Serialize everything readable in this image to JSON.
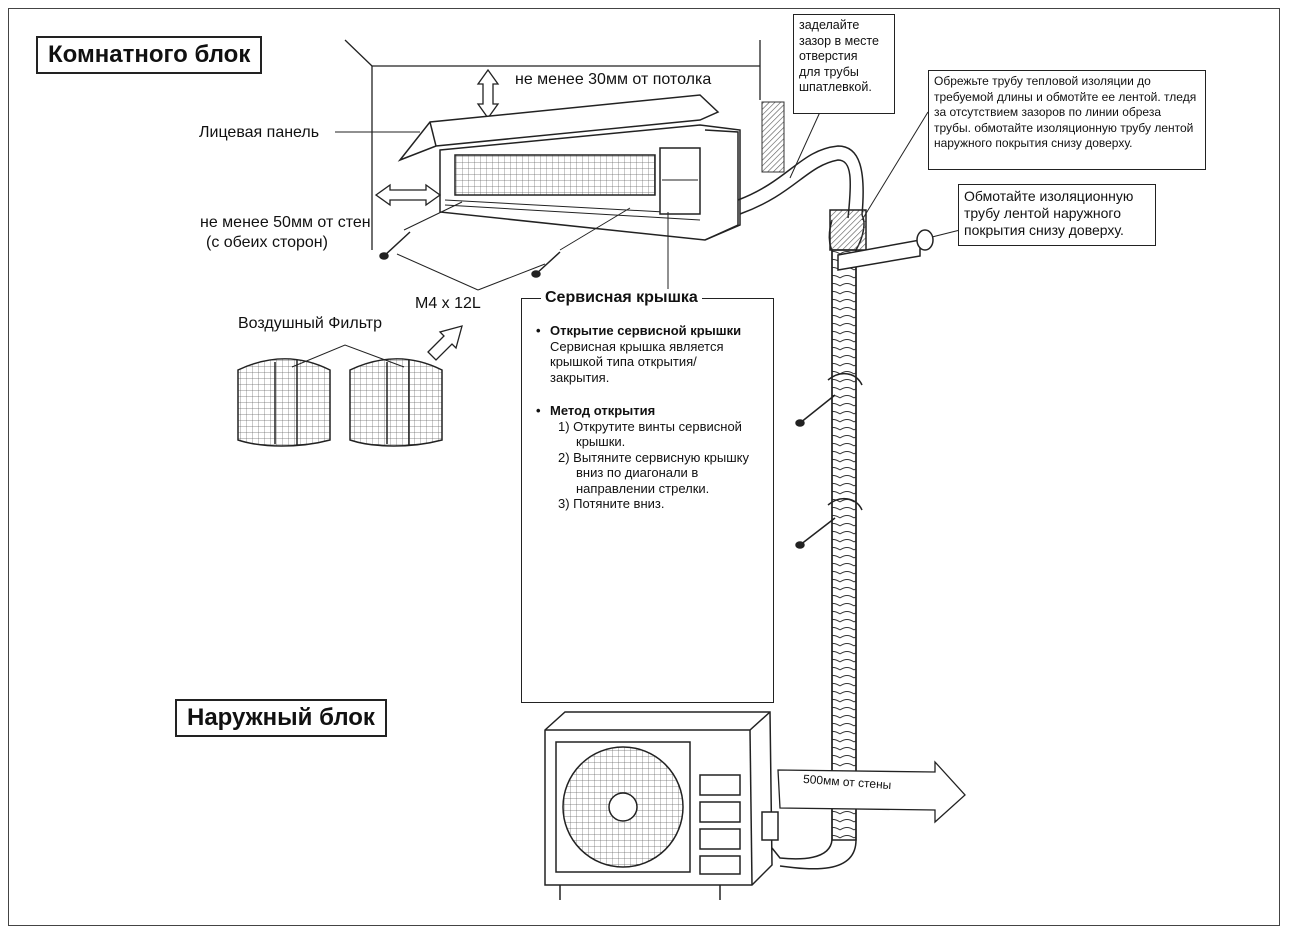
{
  "titles": {
    "indoor": "Комнатного блок",
    "outdoor": "Наружный блок"
  },
  "labels": {
    "ceiling_clearance": "не менее 30мм от потолка",
    "front_panel": "Лицевая панель",
    "wall_clearance_1": "не менее 50мм от стен",
    "wall_clearance_2": "(с обеих сторон)",
    "screw": "M4 x 12L",
    "air_filter": "Воздушный Фильтр",
    "outdoor_distance": "500мм от стены"
  },
  "notes": {
    "seal_gap": [
      "заделайте",
      "зазор в месте",
      "отверстия",
      "для трубы",
      "шпатлевкой."
    ],
    "cut_insulation": [
      "Обрежьте трубу тепловой изоляции до",
      "требуемой длины и обмотйте ее лентой. тледя",
      "за отсутствием зазоров по линии обреза",
      "трубы. обмотайте изоляционную трубу лентой",
      "наружного покрытия снизу доверху."
    ],
    "wrap_pipe": [
      "Обмотайте изоляционную",
      "трубу лентой наружного",
      "покрытия снизу доверху."
    ]
  },
  "service_cover": {
    "title": "Сервисная крышка",
    "opening_heading": "Открытие сервисной крышки",
    "opening_text": [
      "Сервисная крышка является",
      "крышкой типа открытия/",
      "закрытия."
    ],
    "method_heading": "Метод открытия",
    "steps": [
      "1)  Открутите винты сервисной крышки.",
      "2)  Вытяните сервисную крышку вниз по диагонали в направлении стрелки.",
      "3)  Потяните вниз."
    ]
  },
  "colors": {
    "line": "#222222",
    "fill_light": "#ffffff",
    "hatch": "#555555"
  }
}
